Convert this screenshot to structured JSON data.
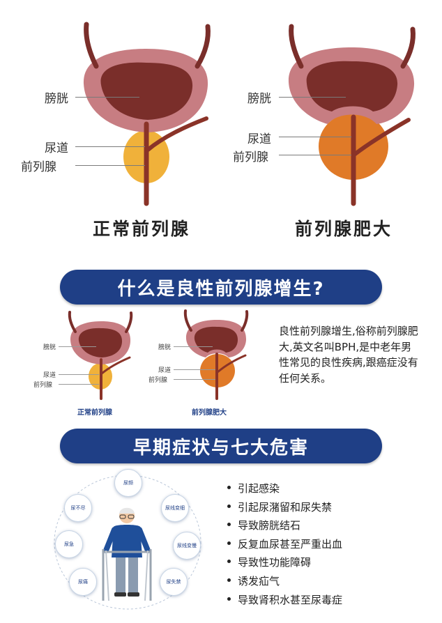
{
  "top_diagrams": {
    "normal": {
      "bladder_label": "膀胱",
      "urethra_label": "尿道",
      "prostate_label": "前列腺",
      "caption": "正常前列腺"
    },
    "enlarged": {
      "bladder_label": "膀胱",
      "urethra_label": "尿道",
      "prostate_label": "前列腺",
      "caption": "前列腺肥大"
    }
  },
  "section1": {
    "banner": "什么是良性前列腺增生?",
    "normal": {
      "bladder_label": "膀胱",
      "urethra_label": "尿道",
      "prostate_label": "前列腺",
      "caption": "正常前列腺"
    },
    "enlarged": {
      "bladder_label": "膀胱",
      "urethra_label": "尿道",
      "prostate_label": "前列腺",
      "caption": "前列腺肥大"
    },
    "description": "良性前列腺增生,俗称前列腺肥大,英文名叫BPH,是中老年男性常见的良性疾病,跟癌症没有任何关系。"
  },
  "section2": {
    "banner": "早期症状与七大危害",
    "bubbles": [
      "尿频",
      "尿不尽",
      "尿急",
      "尿痛",
      "尿线变细",
      "尿线变慢",
      "尿失禁"
    ],
    "harms": [
      "引起感染",
      "引起尿潴留和尿失禁",
      "导致膀胱结石",
      "反复血尿甚至严重出血",
      "导致性功能障碍",
      "诱发疝气",
      "导致肾积水甚至尿毒症"
    ]
  },
  "colors": {
    "banner": "#1f3f86",
    "bladder_outer": "#c77d82",
    "bladder_inner": "#7a2e2a",
    "urethra": "#8a3328",
    "prostate_normal": "#f0b13a",
    "prostate_enlarged": "#e07a28",
    "person_sweater": "#1f4f9a"
  },
  "icons": [
    "bladder-diagram",
    "person-with-walker-icon"
  ]
}
